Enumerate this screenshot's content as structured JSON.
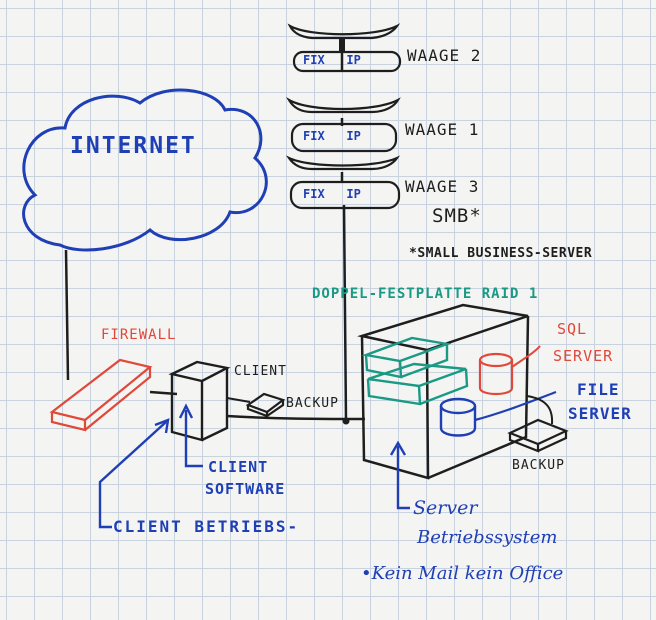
{
  "diagram": {
    "internet": "INTERNET",
    "firewall": "FIREWALL",
    "client": "CLIENT",
    "backup_client": "BACKUP",
    "backup_server": "BACKUP",
    "client_software_line1": "CLIENT",
    "client_software_line2": "SOFTWARE",
    "client_os": "CLIENT BETRIEBS-",
    "raid": "DOPPEL-FESTPLATTE RAID 1",
    "sql_line1": "SQL",
    "sql_line2": "SERVER",
    "file_line1": "FILE",
    "file_line2": "SERVER",
    "server_os_line1": "Server",
    "server_os_line2": "Betriebssystem",
    "no_mail": "•Kein Mail kein Office",
    "smb": "SMB*",
    "smb_note": "*SMALL BUSINESS-SERVER",
    "scales": [
      {
        "tag": "FIX   IP",
        "label": "WAAGE 2"
      },
      {
        "tag": "FIX   IP",
        "label": "WAAGE 1"
      },
      {
        "tag": "FIX   IP",
        "label": "WAAGE 3"
      }
    ]
  },
  "colors": {
    "ink_black": "#1e1e1e",
    "ink_blue": "#1f3fb5",
    "ink_red": "#e0483a",
    "ink_teal": "#1a9a84"
  }
}
